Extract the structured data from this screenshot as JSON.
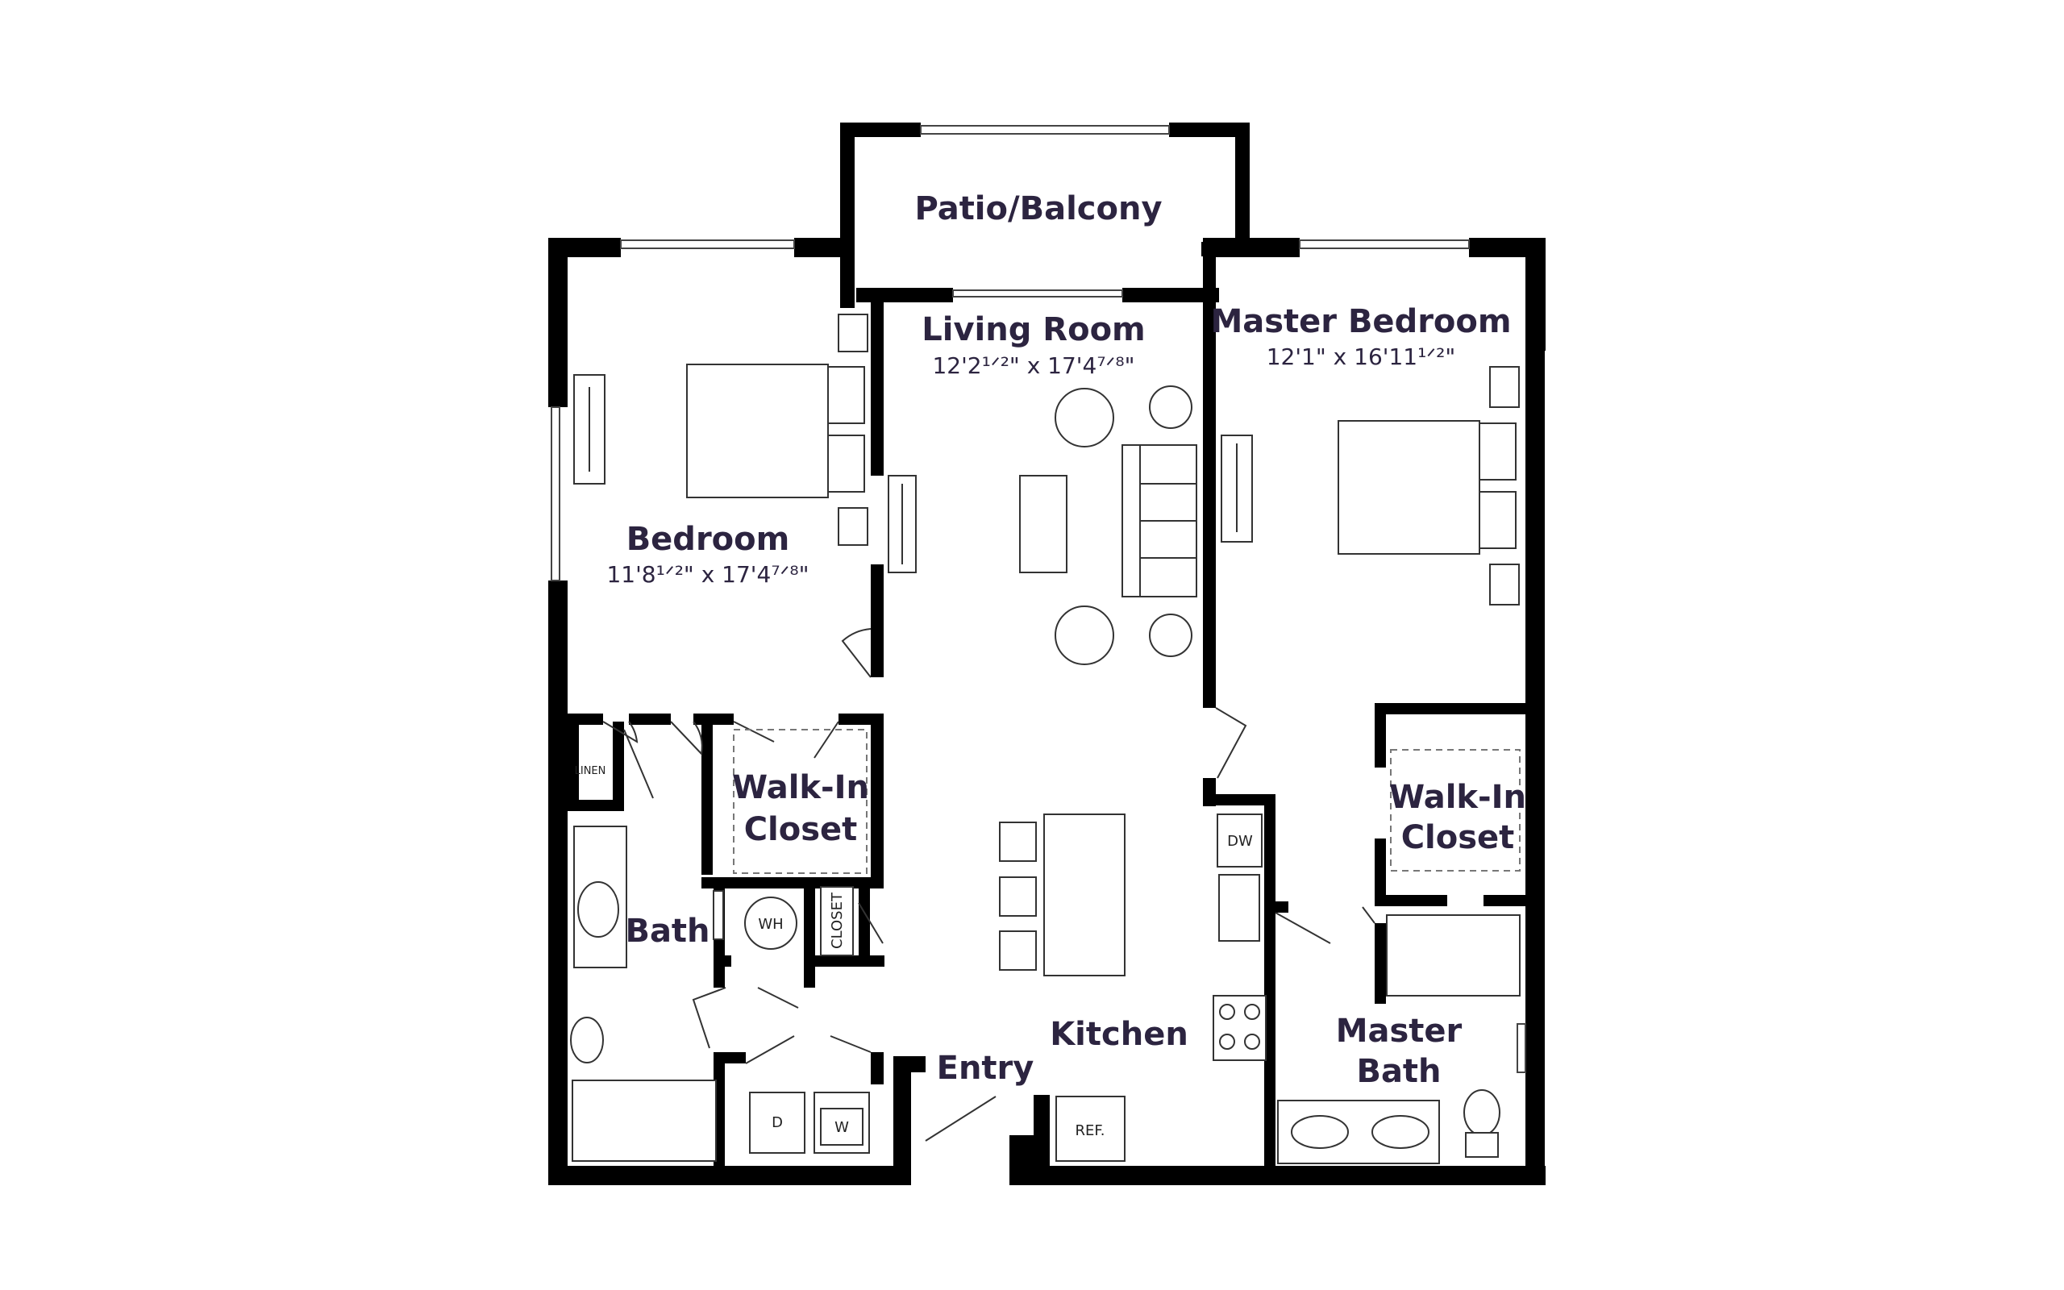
{
  "rooms": {
    "patio": "Patio/Balcony",
    "living": {
      "name": "Living Room",
      "dim": "12'2¹ᐟ²\" x 17'4⁷ᐟ⁸\""
    },
    "master_bedroom": {
      "name": "Master Bedroom",
      "dim": "12'1\" x 16'11¹ᐟ²\""
    },
    "bedroom": {
      "name": "Bedroom",
      "dim": "11'8¹ᐟ²\" x 17'4⁷ᐟ⁸\""
    },
    "walkin_left": {
      "line1": "Walk-In",
      "line2": "Closet"
    },
    "walkin_right": {
      "line1": "Walk-In",
      "line2": "Closet"
    },
    "bath": "Bath",
    "master_bath": {
      "line1": "Master",
      "line2": "Bath"
    },
    "kitchen": "Kitchen",
    "entry": "Entry"
  },
  "fixtures": {
    "linen": "LINEN",
    "water_heater": "WH",
    "closet": "CLOSET",
    "dishwasher": "DW",
    "dryer": "D",
    "washer": "W",
    "fridge": "REF."
  }
}
